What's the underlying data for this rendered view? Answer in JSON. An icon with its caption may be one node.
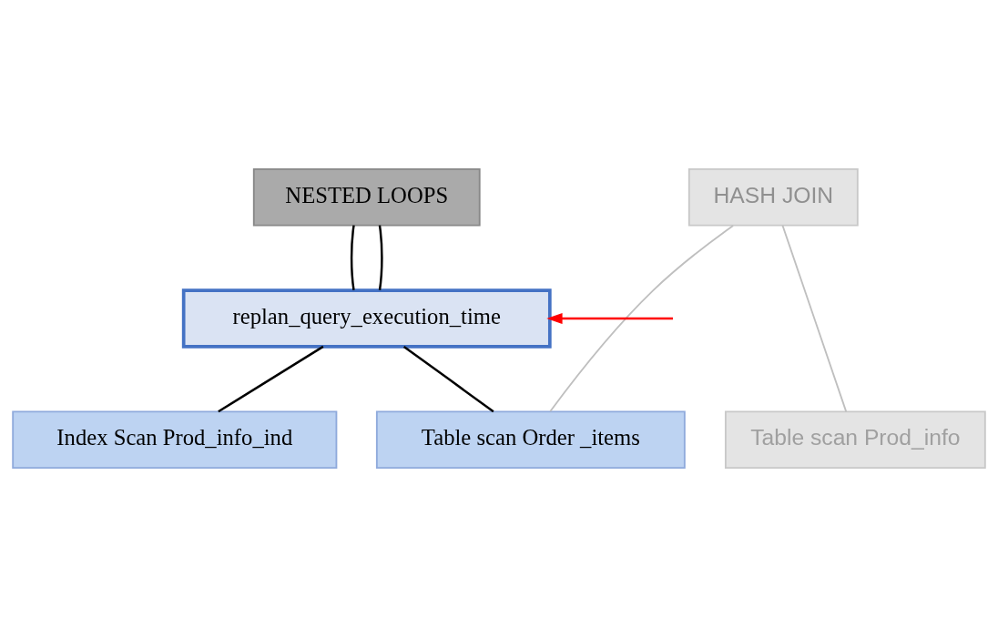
{
  "diagram": {
    "nodes": [
      {
        "text": [
          "NESTED LOOPS"
        ]
      },
      {
        "text": [
          "HASH JOIN"
        ]
      },
      {
        "text": [
          "replan_query_execution_time"
        ]
      },
      {
        "text": [
          "Table scan Order _items"
        ]
      },
      {
        "text": [
          "Index Scan Prod_info_ind"
        ]
      },
      {
        "text": [
          "Table scan Prod_info"
        ]
      }
    ],
    "edges": [
      {
        "from": 0,
        "to": 2,
        "arrow": "none"
      },
      {
        "from": 0,
        "to": 2,
        "arrow": "none"
      },
      {
        "from": 2,
        "to": 3,
        "arrow": "none"
      },
      {
        "from": 2,
        "to": 4,
        "arrow": "none"
      },
      {
        "from": 1,
        "to": 3,
        "arrow": "none",
        "color": "#bfbfbf"
      },
      {
        "from": 1,
        "to": 5,
        "arrow": "none",
        "color": "#bfbfbf"
      },
      {
        "from": null,
        "to": 2,
        "arrow": "to",
        "color": "#ff0000"
      }
    ]
  }
}
